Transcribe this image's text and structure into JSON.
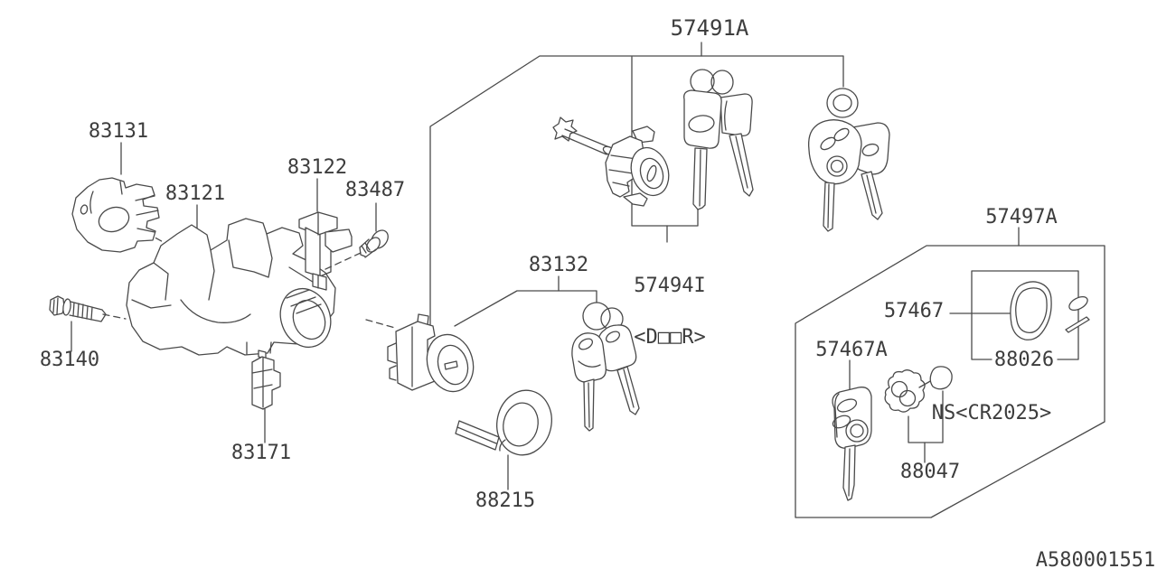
{
  "diagram": {
    "background_color": "#ffffff",
    "line_color": "#4a4a4a",
    "text_color": "#3d3d3d",
    "drawing_code": "A580001551",
    "labels": {
      "p57491A": "57491A",
      "p83131": "83131",
      "p83121": "83121",
      "p83122": "83122",
      "p83487": "83487",
      "p83140": "83140",
      "p83171": "83171",
      "p83132": "83132",
      "p57494I": "57494I",
      "p57494I_variant": "<D□□R>",
      "p88215": "88215",
      "p57497A": "57497A",
      "p57467": "57467",
      "p88026": "88026",
      "p57467A": "57467A",
      "battery_spec": "NS<CR2025>",
      "p88047": "88047"
    }
  }
}
